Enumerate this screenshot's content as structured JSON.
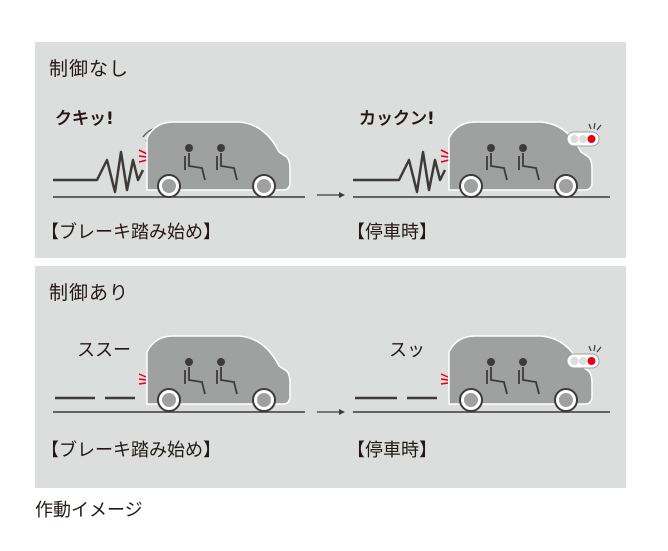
{
  "panels": [
    {
      "title": "制御なし",
      "left_sound": "クキッ!",
      "right_sound": "カックン!",
      "left_stage": "【ブレーキ踏み始め】",
      "right_stage": "【停車時】"
    },
    {
      "title": "制御あり",
      "left_sound": "ススー",
      "right_sound": "スッ",
      "left_stage": "【ブレーキ踏み始め】",
      "right_stage": "【停車時】"
    }
  ],
  "caption": "作動イメージ",
  "colors": {
    "panel_bg": "#dcdddd",
    "car_body": "#9fa0a0",
    "line": "#3e3a39",
    "red_accent": "#e60012"
  },
  "icons": [
    "car-icon",
    "passenger-icon",
    "arrow-right-icon",
    "stoplight-icon",
    "zigzag-jolt-icon",
    "dash-line-icon"
  ]
}
